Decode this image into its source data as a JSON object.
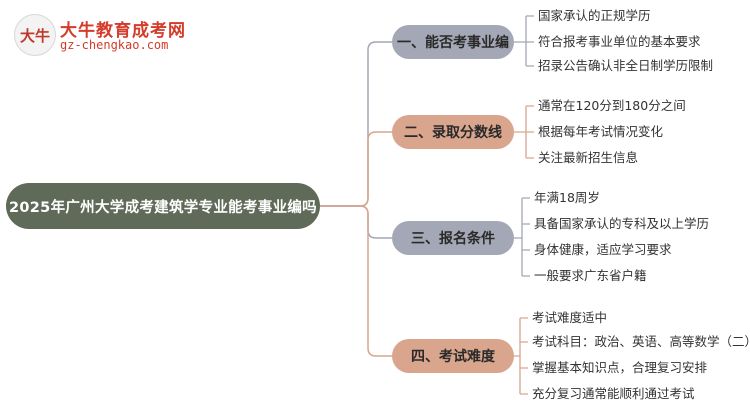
{
  "logo": {
    "mark": "大牛",
    "title": "大牛教育成考网",
    "url": "gz-chengkao.com"
  },
  "root": {
    "label": "2025年广州大学成考建筑学专业能考事业编吗"
  },
  "branches": [
    {
      "label": "一、能否考事业编",
      "items": [
        "国家承认的正规学历",
        "符合报考事业单位的基本要求",
        "招录公告确认非全日制学历限制"
      ]
    },
    {
      "label": "二、录取分数线",
      "items": [
        "通常在120分到180分之间",
        "根据每年考试情况变化",
        "关注最新招生信息"
      ]
    },
    {
      "label": "三、报名条件",
      "items": [
        "年满18周岁",
        "具备国家承认的专科及以上学历",
        "身体健康，适应学习要求",
        "一般要求广东省户籍"
      ]
    },
    {
      "label": "四、考试难度",
      "items": [
        "考试难度适中",
        "考试科目：政治、英语、高等数学（二）",
        "掌握基本知识点，合理复习安排",
        "充分复习通常能顺利通过考试"
      ]
    }
  ],
  "colors": {
    "root_bg": "#5f6b58",
    "branch_blue": "#a4a7b5",
    "branch_orange": "#d9a58d",
    "line_blue": "#a4a7b5",
    "line_orange": "#d9a58d"
  }
}
